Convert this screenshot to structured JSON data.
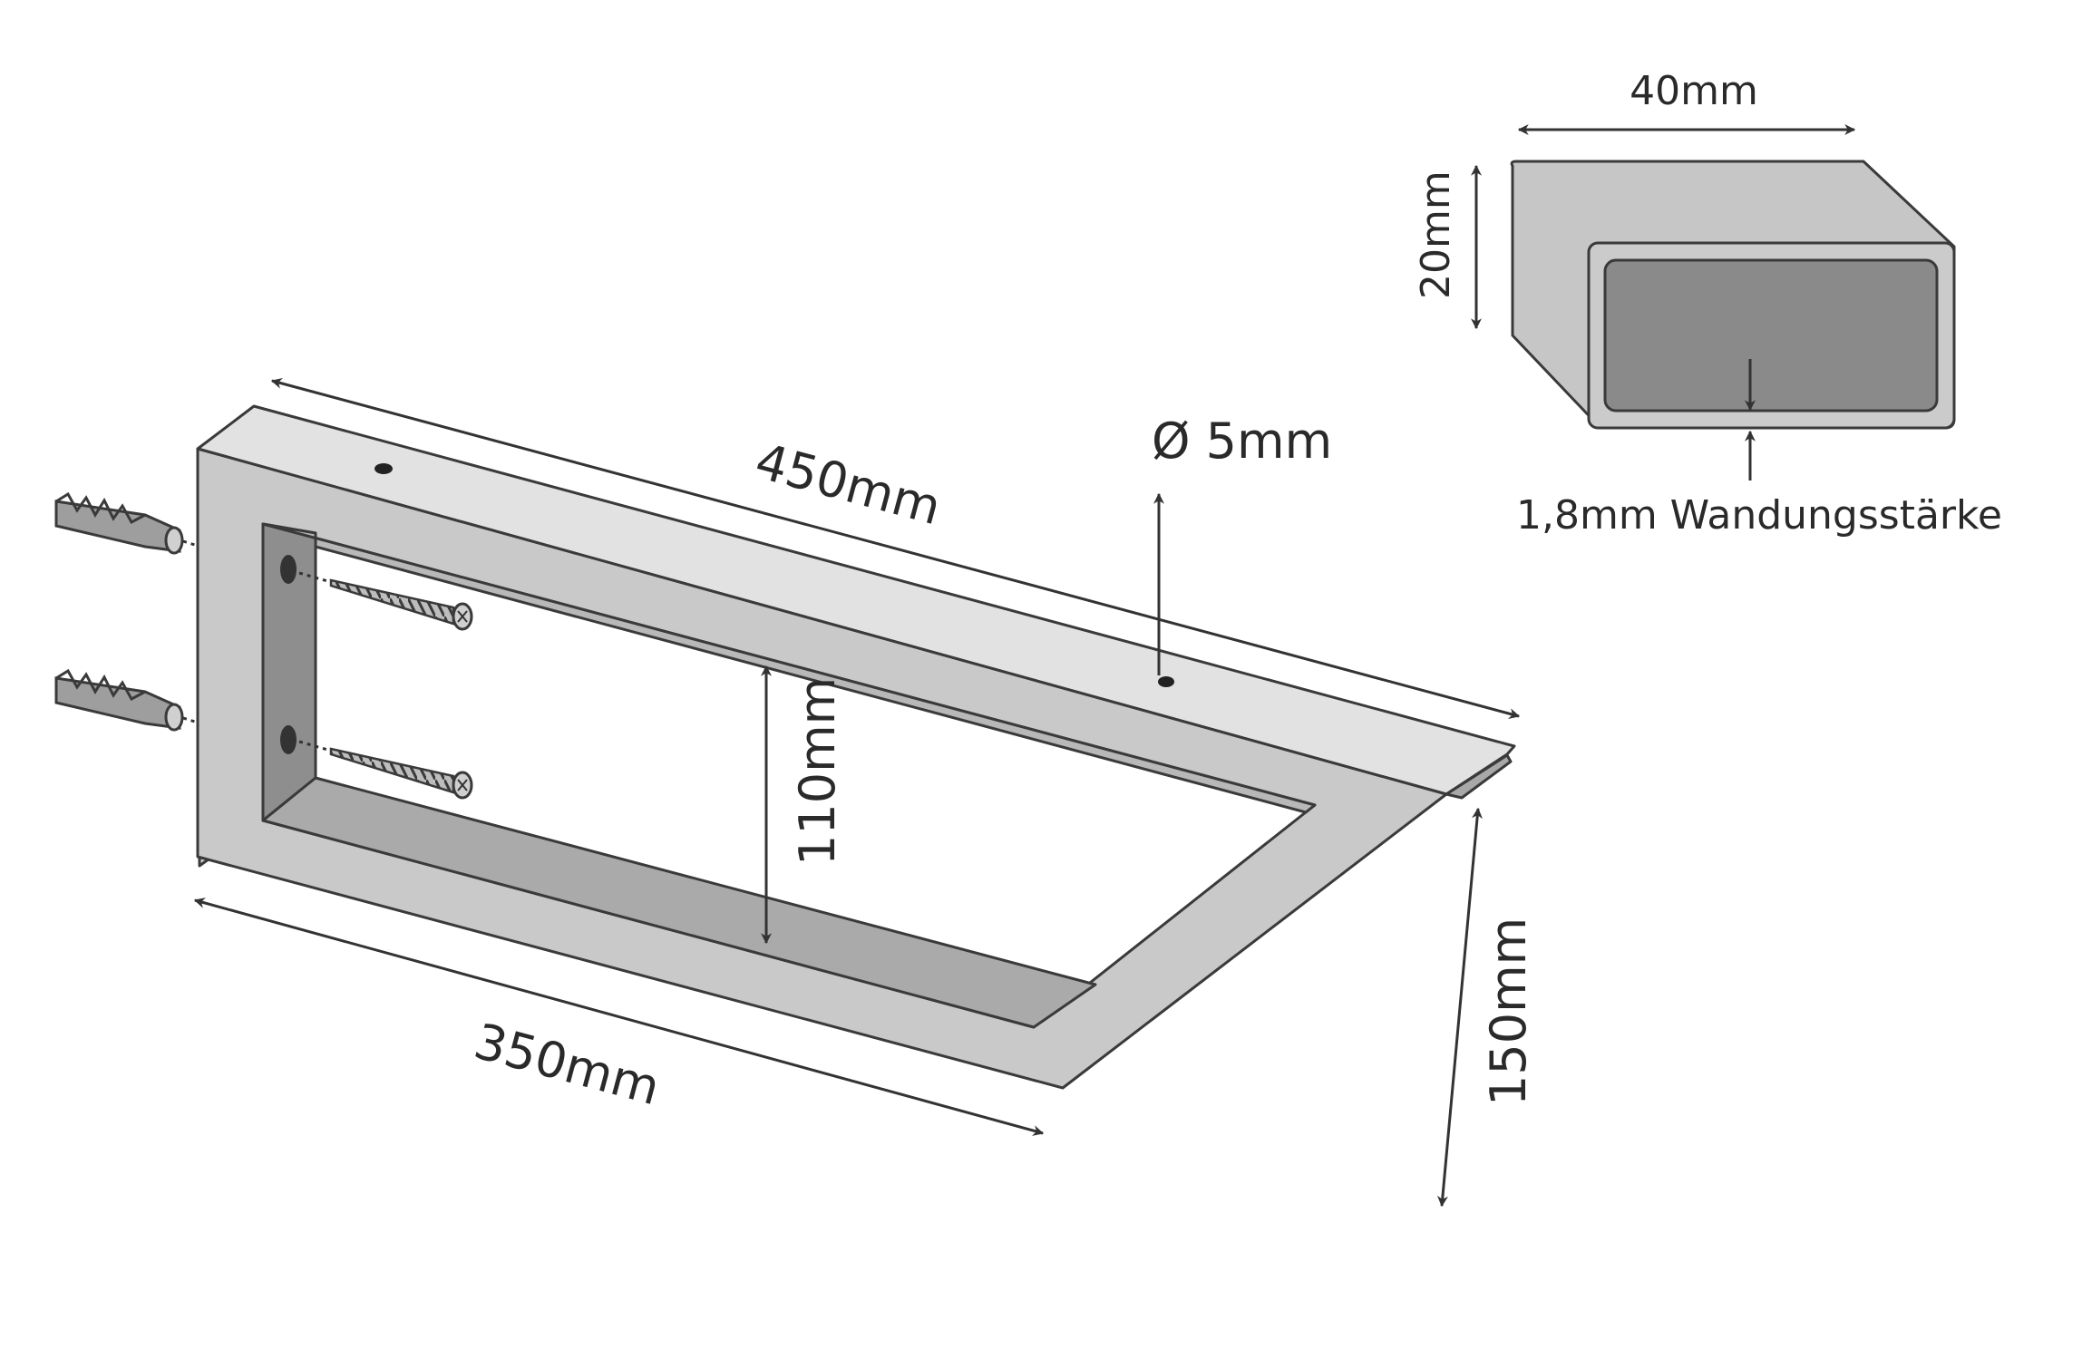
{
  "dimensions": {
    "length_top": "450mm",
    "length_bottom": "350mm",
    "inner_height": "110mm",
    "outer_height": "150mm",
    "hole_diameter": "Ø 5mm"
  },
  "profile": {
    "width": "40mm",
    "height": "20mm",
    "wall_thickness": "1,8mm Wandungsstärke"
  },
  "colors": {
    "frame_top": "#dedede",
    "frame_front": "#c8c8c8",
    "frame_inner": "#a9a9a9",
    "profile_outer": "#c6c6c6",
    "profile_inner": "#8a8a8a",
    "outline": "#3a3a3a"
  },
  "icons": [
    "wall-plug-icon",
    "screw-icon",
    "arrow-icon"
  ]
}
